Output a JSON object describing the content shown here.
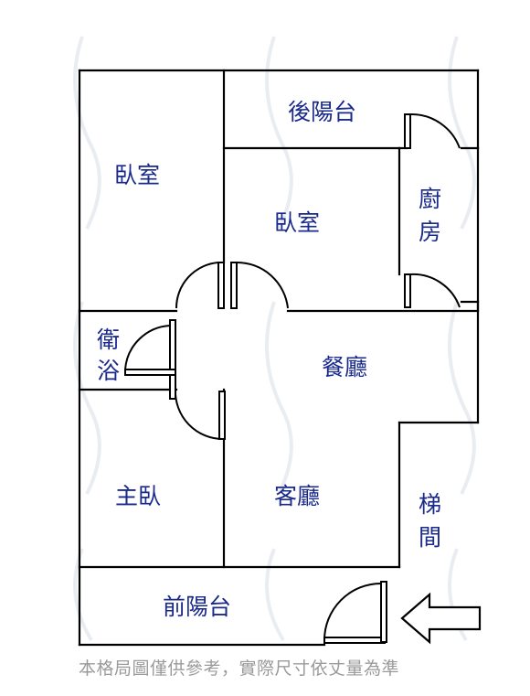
{
  "rooms": {
    "rear_balcony": "後陽台",
    "bedroom_1": "臥室",
    "bedroom_2": "臥室",
    "kitchen_line1": "廚",
    "kitchen_line2": "房",
    "bathroom_line1": "衛",
    "bathroom_line2": "浴",
    "dining_room": "餐廳",
    "master_bedroom": "主臥",
    "living_room": "客廳",
    "stairwell_line1": "梯",
    "stairwell_line2": "間",
    "front_balcony": "前陽台"
  },
  "disclaimer": "本格局圖僅供參考，實際尺寸依丈量為準",
  "colors": {
    "label": "#1a2a8c",
    "wall": "#000000",
    "disclaimer": "#9a9a9a",
    "watermark": "#cfd6e2"
  },
  "icons": {
    "entry": "left-arrow-icon"
  }
}
